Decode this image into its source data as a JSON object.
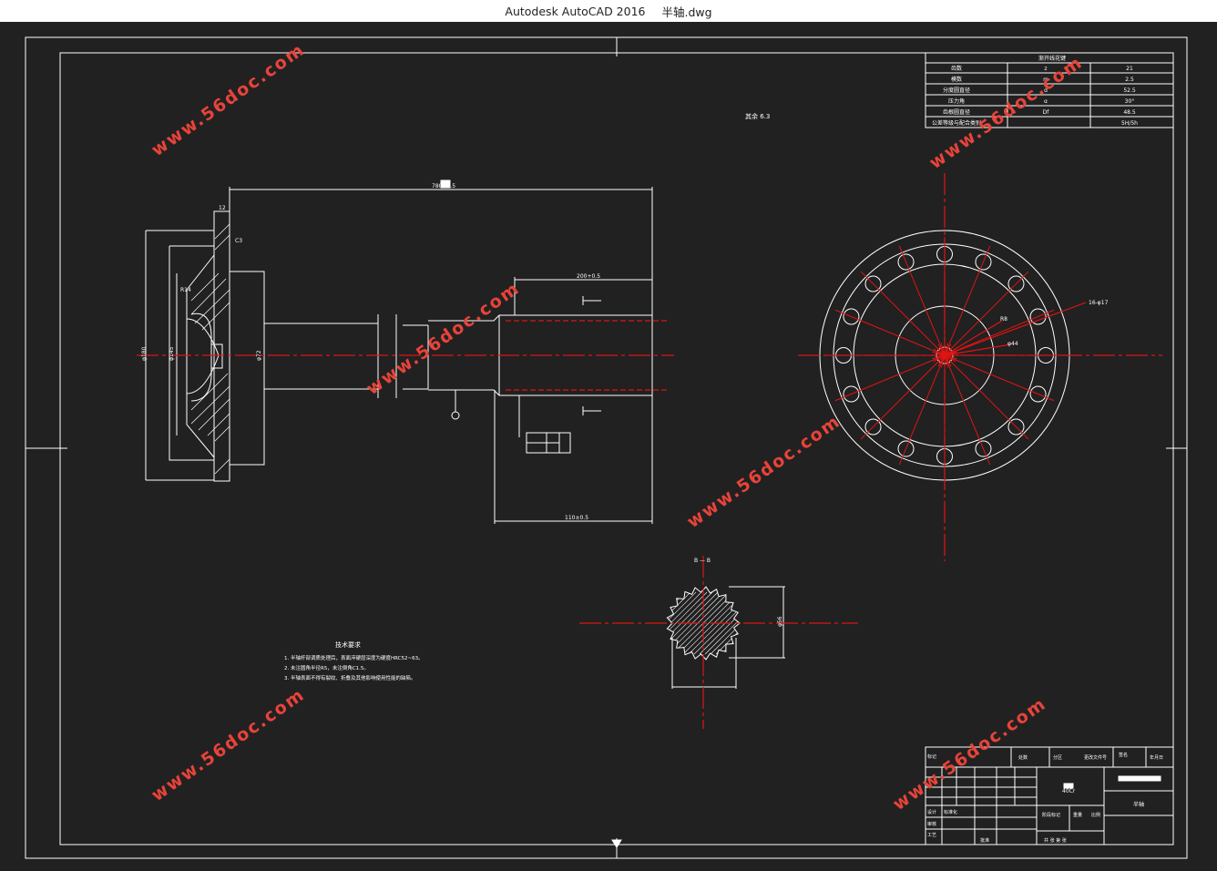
{
  "window": {
    "app_title": "Autodesk AutoCAD 2016",
    "file_name": "半轴.dwg"
  },
  "drawing": {
    "roughness_mark": "其余 6.3",
    "dims": {
      "overall_length": "780±0.5",
      "spline_length": "200+0.5",
      "shaft_length": "110±0.5",
      "flange_d": "φ180",
      "flange_d2": "φ145",
      "shaft_d": "φ72",
      "bolt_circle": "16-φ17",
      "bolt_r": "R8",
      "center_d": "φ44",
      "section_width": "φ56",
      "section_label": "B — B",
      "fillet": "R14",
      "chamfer": "C3",
      "flange_t": "12"
    },
    "spline_table": {
      "title": "渐开线花键",
      "rows": [
        [
          "齿数",
          "z",
          "21"
        ],
        [
          "模数",
          "m",
          "2.5"
        ],
        [
          "分度圆直径",
          "d",
          "52.5"
        ],
        [
          "压力角",
          "α",
          "30°"
        ],
        [
          "齿根圆直径",
          "Df",
          "48.5"
        ],
        [
          "公差等级与配合类别",
          "",
          "5H/5h"
        ]
      ]
    },
    "tech_requirements": {
      "title": "技术要求",
      "items": [
        "1. 半轴杆部调质处理后，表面淬硬层深度为硬度HRC52~63。",
        "2. 未注圆角半径R5，未注倒角C1.5。",
        "3. 半轴表面不得有裂纹、折叠及其他影响使用性能的缺陷。"
      ]
    },
    "title_block": {
      "labels": [
        "设计",
        "标准化",
        "审核",
        "工艺",
        "批准",
        "标记",
        "处数",
        "分区",
        "更改文件号",
        "签名",
        "年月日"
      ],
      "part_name": "半轴",
      "material": "40Cr",
      "scale_label": "比例",
      "weight_label": "重量",
      "stage_label": "阶段标记",
      "sheet_label": "共 张 第 张"
    },
    "watermark": "www.56doc.com"
  }
}
